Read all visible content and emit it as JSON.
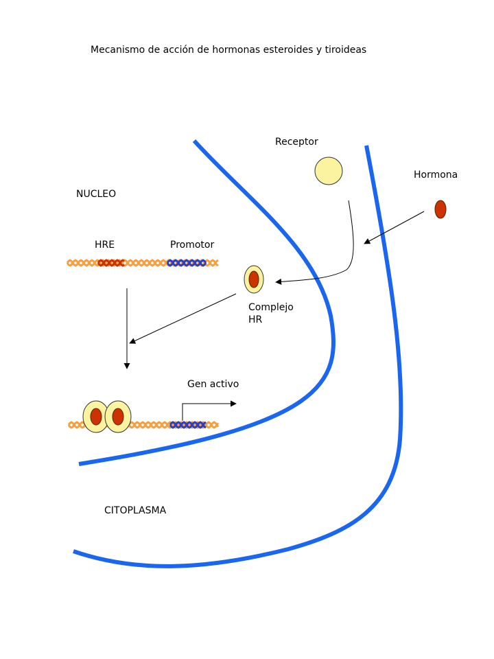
{
  "diagram": {
    "title": "Mecanismo de acción de hormonas esteroides y tiroideas",
    "labels": {
      "receptor": "Receptor",
      "hormona": "Hormona",
      "nucleo": "NUCLEO",
      "hre": "HRE",
      "promotor": "Promotor",
      "complejo_line1": "Complejo",
      "complejo_line2": "HR",
      "gen_activo": "Gen activo",
      "citoplasma": "CITOPLASMA"
    },
    "colors": {
      "membrane": "#1a66ee",
      "receptor_fill": "#fbf3a0",
      "receptor_stroke": "#333333",
      "hormone_fill": "#cc3300",
      "hormone_stroke": "#552200",
      "dna_orange": "#f5a040",
      "dna_red": "#cc3300",
      "dna_blue": "#2c3fbf",
      "arrow": "#000000"
    }
  }
}
